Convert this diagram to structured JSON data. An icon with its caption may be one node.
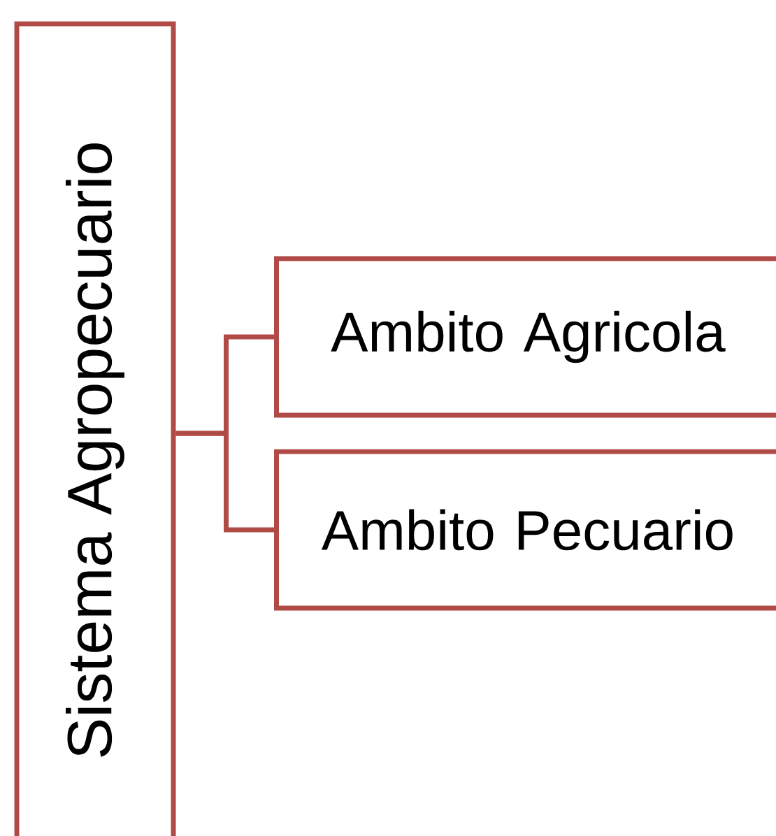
{
  "diagram": {
    "nodes": [
      {
        "text": [
          "Sistema Agropecuario"
        ]
      },
      {
        "text": [
          "Ambito Agricola"
        ]
      },
      {
        "text": [
          "Ambito Pecuario"
        ]
      }
    ],
    "edges": [
      {
        "from": 0,
        "to": 1,
        "arrow": "none"
      },
      {
        "from": 0,
        "to": 2,
        "arrow": "none"
      }
    ]
  }
}
